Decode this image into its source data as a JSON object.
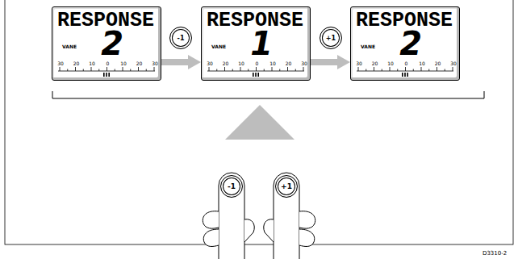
{
  "diagram": {
    "nodes": [
      {
        "text": [
          "RESPONSE",
          "VANE",
          "2",
          "30",
          "20",
          "10",
          "0",
          "10",
          "20",
          "30"
        ]
      },
      {
        "text": [
          "-1"
        ]
      },
      {
        "text": [
          "RESPONSE",
          "VANE",
          "1",
          "30",
          "20",
          "10",
          "0",
          "10",
          "20",
          "30"
        ]
      },
      {
        "text": [
          "+1"
        ]
      },
      {
        "text": [
          "RESPONSE",
          "VANE",
          "2",
          "30",
          "20",
          "10",
          "0",
          "10",
          "20",
          "30"
        ]
      },
      {
        "text": [
          "-1"
        ]
      },
      {
        "text": [
          "+1"
        ]
      }
    ],
    "edges": [
      {
        "from": 0,
        "to": 2,
        "arrow": "to"
      },
      {
        "from": 2,
        "to": 4,
        "arrow": "to"
      }
    ],
    "labels": [
      "D3310-2"
    ]
  }
}
